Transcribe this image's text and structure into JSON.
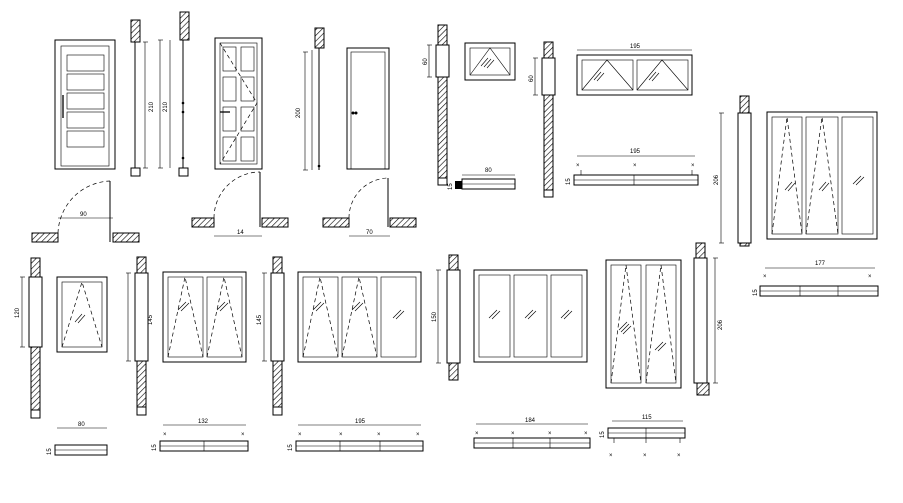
{
  "dimensions": {
    "door1_height": "210",
    "door2_height": "210",
    "door3_height": "200",
    "door1_plan_width": "90",
    "door2_plan_width": "14",
    "door3_plan_width": "70",
    "small_window_height": "60",
    "small_window_plan_width": "80",
    "wide_window_height": "60",
    "wide_window_width_top": "195",
    "wide_window_width_plan": "195",
    "tall_window_height": "206",
    "tall_window_plan_width": "177",
    "window_a_height": "120",
    "window_a_plan_width": "80",
    "window_b_height": "145",
    "window_b_plan_width": "132",
    "window_c_height": "145",
    "window_c_plan_width": "195",
    "window_d_height": "150",
    "window_d_plan_width": "184",
    "window_e_height": "206",
    "window_e_plan_width": "115",
    "plan_depth": "15"
  },
  "colors": {
    "line": "#000000",
    "background": "#ffffff",
    "hatch": "#000000"
  }
}
